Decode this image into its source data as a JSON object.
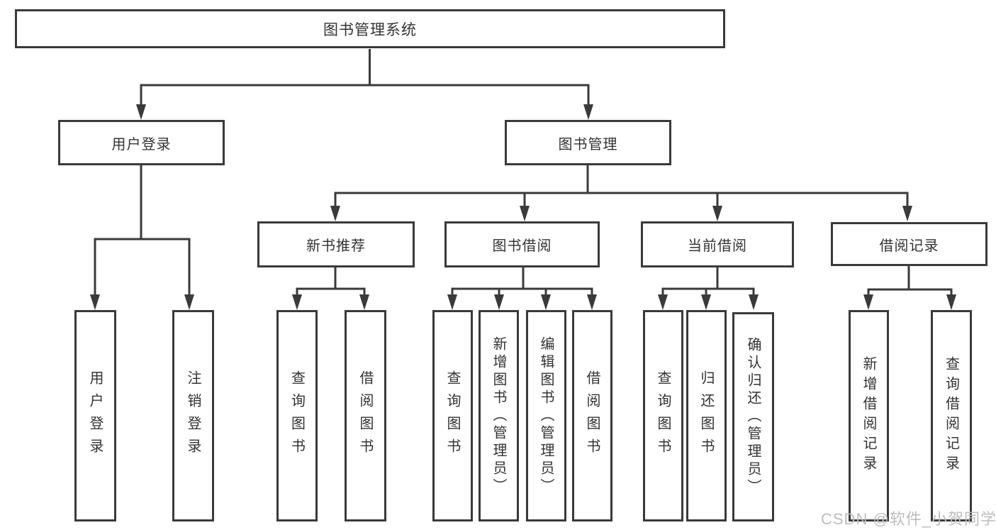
{
  "diagram": {
    "root": {
      "label": "图书管理系统"
    },
    "branches": [
      {
        "label": "用户登录",
        "children": [
          {
            "label": "用户登录"
          },
          {
            "label": "注销登录"
          }
        ]
      },
      {
        "label": "图书管理",
        "children": [
          {
            "label": "新书推荐",
            "children": [
              {
                "label": "查询图书"
              },
              {
                "label": "借阅图书"
              }
            ]
          },
          {
            "label": "图书借阅",
            "children": [
              {
                "label": "查询图书"
              },
              {
                "label": "新增图书（管理员）"
              },
              {
                "label": "编辑图书（管理员）"
              },
              {
                "label": "借阅图书"
              }
            ]
          },
          {
            "label": "当前借阅",
            "children": [
              {
                "label": "查询图书"
              },
              {
                "label": "归还图书"
              },
              {
                "label": "确认归还（管理员）"
              }
            ]
          },
          {
            "label": "借阅记录",
            "children": [
              {
                "label": "新增借阅记录"
              },
              {
                "label": "查询借阅记录"
              }
            ]
          }
        ]
      }
    ]
  },
  "watermark": "CSDN @软件_小贺同学",
  "colors": {
    "line": "#3a3a3a",
    "text": "#333333",
    "box_background": "#ffffff",
    "watermark": "#bdbdbd"
  }
}
